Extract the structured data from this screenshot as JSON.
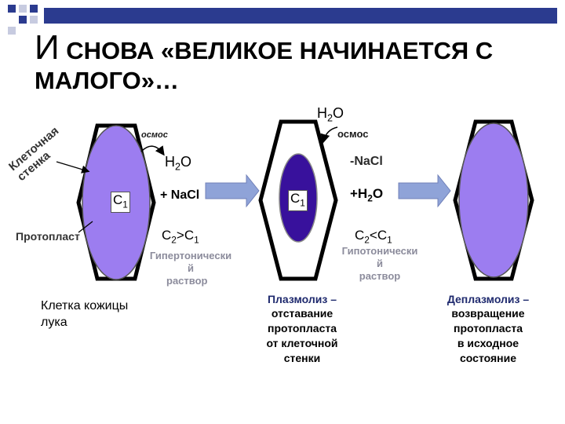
{
  "title": {
    "lead": "И",
    "rest": "СНОВА «ВЕЛИКОЕ НАЧИНАЕТСЯ С МАЛОГО»…"
  },
  "colors": {
    "protoplast": "#9c7df0",
    "protoplast_plasmolysis": "#38119c",
    "arrow": "#8fa3d8",
    "header_squares": "#2b3b8f",
    "caption_navy": "#1f2a6e"
  },
  "cell1": {
    "c1": "C",
    "c1_sub": "1",
    "wall_label": "Клеточная стенка",
    "protoplast_label": "Протопласт",
    "caption": "Клетка кожицы лука",
    "osmosis": "осмос",
    "water": "H",
    "water_sub": "2",
    "water_tail": "O",
    "salt": "+ NaCl",
    "ineq_a": "C",
    "ineq_a_sub": "2",
    "ineq_op": ">",
    "ineq_b": "C",
    "ineq_b_sub": "1",
    "solution_line1": "Гипертонически",
    "solution_line2": "й",
    "solution_line3": "раствор"
  },
  "cell2": {
    "c1": "C",
    "c1_sub": "1",
    "water": "H",
    "water_sub": "2",
    "water_tail": "O",
    "osmosis": "осмос",
    "salt": "-NaCl",
    "water2": "+H",
    "water2_sub": "2",
    "water2_tail": "O",
    "ineq_a": "C",
    "ineq_a_sub": "2",
    "ineq_op": "<",
    "ineq_b": "C",
    "ineq_b_sub": "1",
    "solution_line1": "Гипотонически",
    "solution_line2": "й",
    "solution_line3": "раствор",
    "caption_lines": [
      "Плазмолиз –",
      "отставание",
      "протопласта",
      "от клеточной",
      "стенки"
    ]
  },
  "cell3": {
    "caption_lines": [
      "Деплазмолиз –",
      "возвращение",
      "протопласта",
      "в исходное",
      "состояние"
    ]
  }
}
